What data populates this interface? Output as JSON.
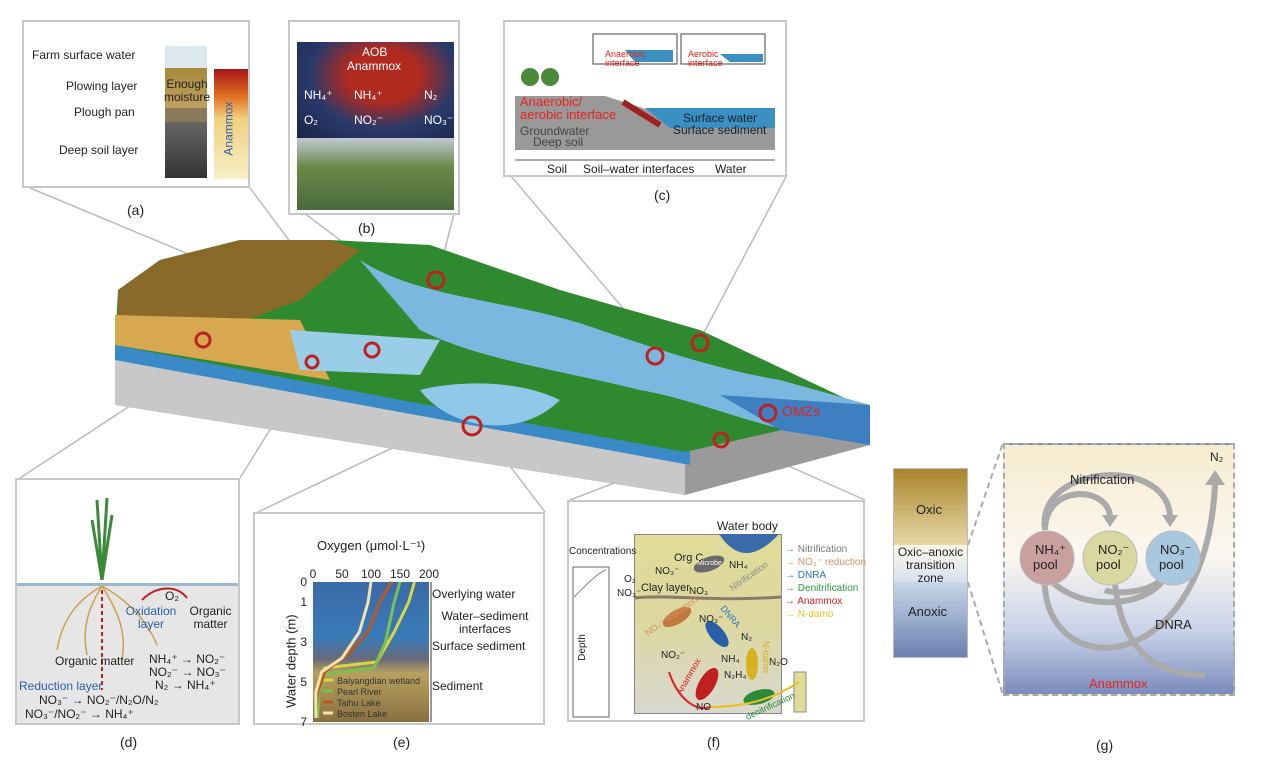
{
  "panels": {
    "a": {
      "label": "(a)",
      "layers": [
        "Farm surface water",
        "Plowing layer",
        "Plough pan",
        "Deep soil layer"
      ],
      "moisture": "Enough moisture",
      "profile": "Anammox"
    },
    "b": {
      "label": "(b)",
      "title1": "AOB",
      "title2": "Anammox",
      "nh4_left": "NH₄⁺",
      "o2": "O₂",
      "nh4_mid": "NH₄⁺",
      "no2": "NO₂⁻",
      "n2": "N₂",
      "no3": "NO₃⁻"
    },
    "c": {
      "label": "(c)",
      "inset1": "Anaerobic interface",
      "inset2": "Aerobic interface",
      "interface": "Anaerobic/ aerobic interface",
      "groundwater": "Groundwater",
      "deep_soil": "Deep soil",
      "surface_water": "Surface water",
      "surface_sediment": "Surface sediment",
      "axis": [
        "Soil",
        "Soil–water interfaces",
        "Water"
      ]
    },
    "main": {
      "omzs": "OMZs"
    },
    "d": {
      "label": "(d)",
      "o2": "O₂",
      "oxidation": "Oxidation layer",
      "organic1": "Organic matter",
      "organic2": "Organic matter",
      "reduction": "Reduction layer",
      "r1": "NH₄⁺ → NO₂⁻",
      "r2": "NO₂⁻ → NO₃⁻",
      "r3": "N₂ → NH₄⁺",
      "r4": "NO₃⁻ → NO₂⁻/N₂O/N₂",
      "r5": "NO₃⁻/NO₂⁻ → NH₄⁺"
    },
    "e": {
      "label": "(e)",
      "zones": [
        "Overlying water",
        "Water–sediment interfaces",
        "Surface sediment",
        "Sediment"
      ]
    },
    "f": {
      "label": "(f)",
      "water_body": "Water body",
      "concentrations": "Concentrations",
      "org_c": "Org C",
      "no3a": "NO₃⁻",
      "nh4": "NH₄",
      "o2": "O₂",
      "no3b": "NO₃⁻",
      "clay": "Clay layer",
      "no3c": "NO₃",
      "depth": "Depth",
      "no3d": "NO₃⁻",
      "no2": "NO₂⁻",
      "n2": "N₂",
      "nh4b": "NH₄",
      "n2h4": "N₂H₄",
      "n2o": "N₂O",
      "no": "NO",
      "microbe": "Microbe",
      "proc_nitr": "Nitrification",
      "proc_red": "NO₃⁻ reduction",
      "proc_dnra": "DNRA",
      "proc_denit": "denitrification",
      "proc_anam": "Anammox",
      "proc_ndamo": "N-damo",
      "legend": [
        {
          "label": "Nitrification",
          "color": "#777777"
        },
        {
          "label": "NO₃⁻ reduction",
          "color": "#d99060"
        },
        {
          "label": "DNRA",
          "color": "#2a6fc0"
        },
        {
          "label": "Denitrification",
          "color": "#2a9a3a"
        },
        {
          "label": "Anammox",
          "color": "#e02020"
        },
        {
          "label": "N-damo",
          "color": "#e8c020"
        }
      ]
    },
    "g": {
      "label": "(g)",
      "oxic": "Oxic",
      "transition": "Oxic–anoxic transition zone",
      "anoxic": "Anoxic",
      "n2": "N₂",
      "nitrification": "Nitrification",
      "nh4": "NH₄⁺",
      "no2": "NO₂⁻",
      "no3": "NO₃⁻",
      "pool": "pool",
      "dnra": "DNRA",
      "anammox": "Anammox"
    }
  },
  "chart_data": {
    "type": "line",
    "title": "",
    "xlabel": "Oxygen (μmol·L⁻¹)",
    "ylabel": "Water depth (m)",
    "xlim": [
      0,
      200
    ],
    "ylim": [
      7,
      0
    ],
    "xticks": [
      0,
      50,
      100,
      150,
      200
    ],
    "yticks": [
      0,
      1,
      3,
      5,
      7
    ],
    "series": [
      {
        "name": "Baiyangdian wetland",
        "color": "#d8d840",
        "x": [
          175,
          165,
          140,
          110,
          20,
          10,
          5
        ],
        "y": [
          0,
          1,
          2.5,
          4,
          4.3,
          5,
          6.5
        ]
      },
      {
        "name": "Pearl River",
        "color": "#7cc050",
        "x": [
          150,
          140,
          125,
          105,
          20,
          10,
          8
        ],
        "y": [
          0,
          1,
          3,
          4.3,
          4.6,
          5.5,
          6.8
        ]
      },
      {
        "name": "Taihu Lake",
        "color": "#b85a20",
        "x": [
          135,
          115,
          95,
          60,
          20,
          8,
          5
        ],
        "y": [
          0,
          1,
          2.5,
          3.6,
          4.5,
          5.5,
          6.5
        ]
      },
      {
        "name": "Bosten Lake",
        "color": "#f0e4b0",
        "x": [
          100,
          95,
          80,
          50,
          15,
          5,
          5
        ],
        "y": [
          0,
          1,
          2.5,
          3.8,
          4.5,
          5.5,
          6.8
        ]
      }
    ]
  }
}
